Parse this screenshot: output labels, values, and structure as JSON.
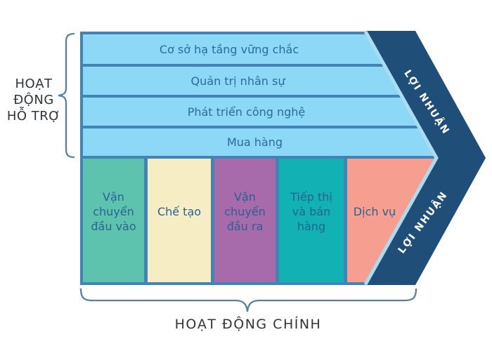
{
  "side_label": "HOẠT\nĐỘNG\nHỖ TRỢ",
  "bottom_label": "HOẠT ĐỘNG CHÍNH",
  "profit_band": {
    "top_label": "LỢI NHUẬN",
    "bottom_label": "LỢI NHUẬN"
  },
  "support_activities": {
    "items": [
      "Cơ sở hạ tầng vững chắc",
      "Quản trị nhân sự",
      "Phát triển công nghệ",
      "Mua hàng"
    ]
  },
  "primary_activities": {
    "items": [
      {
        "text": "Vận\nchuyển\nđầu vào",
        "color": "#5ec3ae"
      },
      {
        "text": "Chế tạo",
        "color": "#f6edc4"
      },
      {
        "text": "Vận\nchuyển\nđầu ra",
        "color": "#a76aaa"
      },
      {
        "text": "Tiếp thị\nvà bán\nhàng",
        "color": "#12b1b3"
      },
      {
        "text": "Dịch vụ",
        "color": "#f69e8f"
      }
    ]
  },
  "colors": {
    "profit_band": "#1f4e79",
    "support_bar": "#8ed8f7",
    "frame": "#4384b4",
    "diagonal_highlight": "#aadcf2",
    "brace": "#587fa2",
    "bar_text": "#2b6b9c",
    "column_text": "#2a6292",
    "label_text": "#2f3438"
  }
}
